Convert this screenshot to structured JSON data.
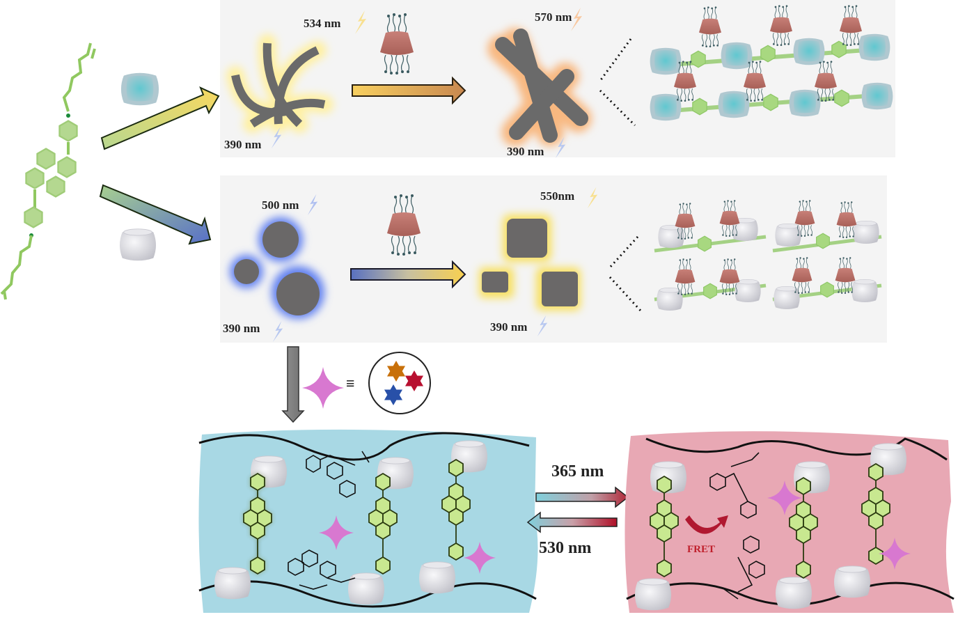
{
  "top_row": {
    "host": "cyan-macrocycle",
    "initial_emission": "534 nm",
    "initial_excitation": "390 nm",
    "final_emission": "570 nm",
    "final_excitation": "390 nm"
  },
  "middle_row": {
    "host": "white-macrocycle",
    "initial_emission": "500 nm",
    "initial_excitation": "390 nm",
    "final_emission": "550nm",
    "final_excitation": "390 nm"
  },
  "legend": {
    "equivalence": "≡",
    "star_colors": [
      "#c8700a",
      "#b81030",
      "#2850a8"
    ]
  },
  "switching": {
    "forward": "365 nm",
    "reverse": "530 nm",
    "fret": "FRET"
  },
  "colors": {
    "cyan_panel": "#a8d8e4",
    "pink_panel": "#e8a8b4",
    "pyrene_green": "#9acd6a",
    "sparkle": "#d878d0"
  }
}
